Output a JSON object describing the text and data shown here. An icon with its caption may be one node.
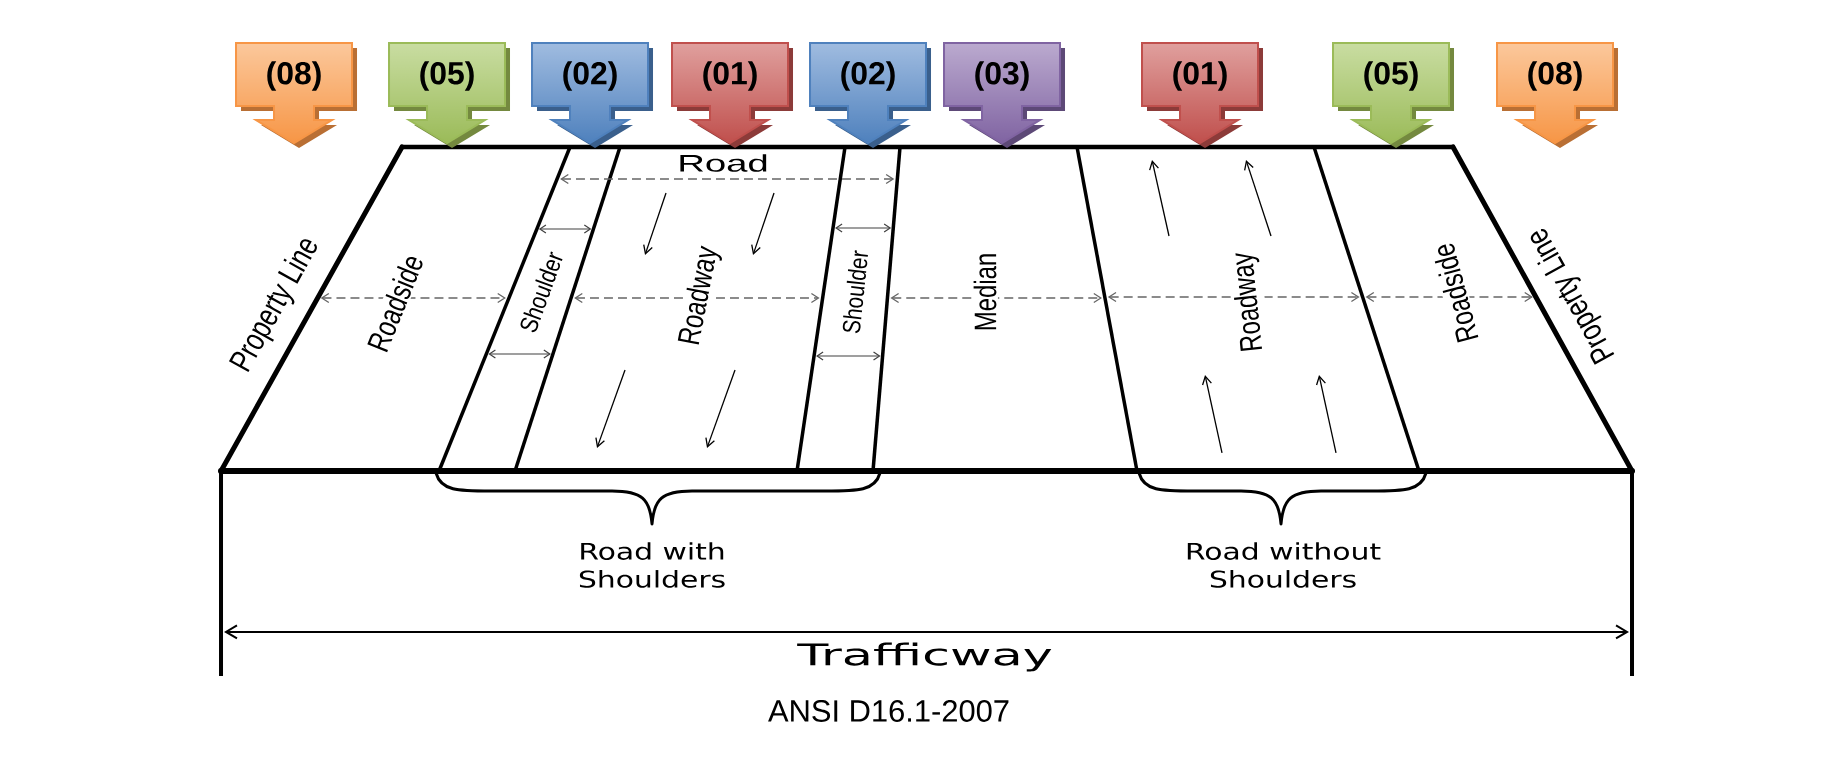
{
  "diagram": {
    "caption": "ANSI D16.1-2007",
    "nodes": [
      {
        "text": [
          "(08)"
        ]
      },
      {
        "text": [
          "(05)"
        ]
      },
      {
        "text": [
          "(02)"
        ]
      },
      {
        "text": [
          "(01)"
        ]
      },
      {
        "text": [
          "(02)"
        ]
      },
      {
        "text": [
          "(03)"
        ]
      },
      {
        "text": [
          "(01)"
        ]
      },
      {
        "text": [
          "(05)"
        ]
      },
      {
        "text": [
          "(08)"
        ]
      }
    ],
    "labels": [
      "Road",
      "Property Line",
      "Roadside",
      "Shoulder",
      "Roadway",
      "Shoulder",
      "Median",
      "Roadway",
      "Roadside",
      "Property Line",
      "Road with Shoulders",
      "Road without Shoulders",
      "Trafficway"
    ]
  }
}
